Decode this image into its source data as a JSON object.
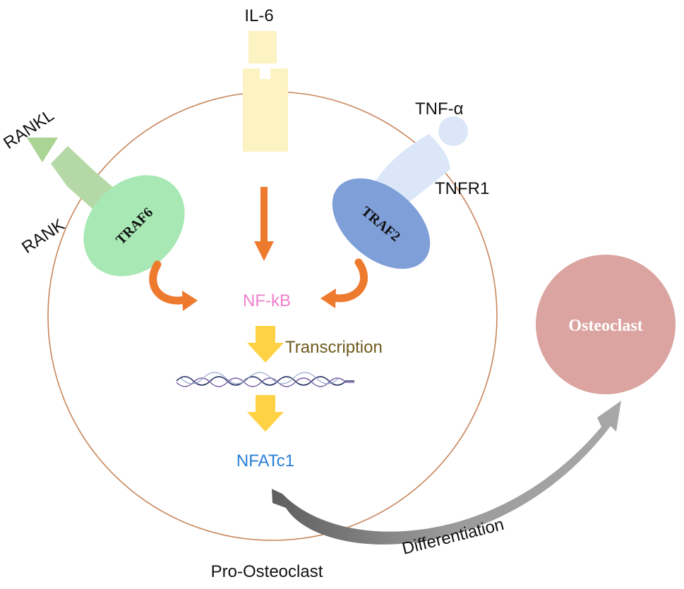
{
  "labels": {
    "il6": "IL-6",
    "rankl": "RANKL",
    "rank": "RANK",
    "tnf_alpha": "TNF-α",
    "tnfr1": "TNFR1",
    "traf6": "TRAF6",
    "traf2": "TRAF2",
    "nfkb": "NF-kB",
    "transcription": "Transcription",
    "nfatc1": "NFATc1",
    "osteoclast": "Osteoclast",
    "differentiation": "Differentiation",
    "pro_osteoclast": "Pro-Osteoclast"
  },
  "colors": {
    "cell_outline": "#c8855a",
    "il6_receptor": "#fdf3c2",
    "rank_receptor": "#b5d9a6",
    "traf6": "#a8e8b4",
    "traf2": "#7f9fd8",
    "tnfr1": "#dbe7f8",
    "orange_arrow": "#ee7a2e",
    "yellow_arrow": "#ffd245",
    "nfkb_text": "#ee80cc",
    "transcription_text": "#6e5a1e",
    "nfatc1_text": "#2a7fd6",
    "osteoclast_fill": "#dba4a1",
    "diff_arrow": "#8c8c8c"
  }
}
